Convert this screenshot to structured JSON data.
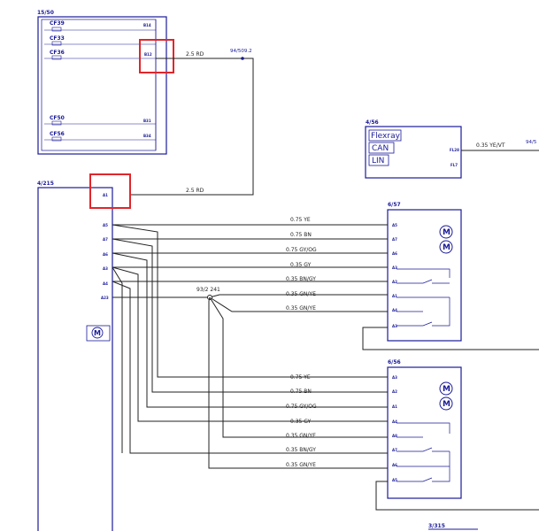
{
  "colors": {
    "component": "#1a1a99",
    "wire": "#222222",
    "highlight": "#e0262b",
    "background": "#ffffff"
  },
  "fuse_box": {
    "id": "15/50",
    "fuses": [
      "CF39",
      "CF33",
      "CF36",
      "CF50",
      "CF56"
    ],
    "pins": [
      "B14",
      "B12",
      "B31",
      "B34"
    ]
  },
  "wire_top": {
    "label": "2.5 RD",
    "ref": "94/509.2"
  },
  "flexray_module": {
    "id": "4/56",
    "buses": [
      "Flexray",
      "CAN",
      "LIN"
    ],
    "pin_top": "FL28",
    "pin_bottom": "FL7",
    "wire_label": "0.35 YE/VT",
    "ref": "94/5"
  },
  "main_module": {
    "id": "4/215",
    "pins": [
      "A1",
      "A5",
      "A7",
      "A6",
      "A3",
      "A4",
      "A23"
    ],
    "motor_label": "M"
  },
  "wire_mid": {
    "label": "2.5 RD"
  },
  "splice": {
    "ref": "93/2 241"
  },
  "motor_upper": {
    "id": "6/57",
    "pins": [
      "A5",
      "A7",
      "A6",
      "A3",
      "A2",
      "A1",
      "A4",
      "A3"
    ],
    "wires": [
      "0.75 YE",
      "0.75 BN",
      "0.75 GY/OG",
      "0.35 GY",
      "0.35 BN/GY",
      "0.35 GN/YE",
      "0.35 GN/YE"
    ]
  },
  "motor_lower": {
    "id": "6/56",
    "pins": [
      "A3",
      "A2",
      "A1",
      "A4",
      "A8",
      "A7",
      "A6",
      "A5"
    ],
    "wires": [
      "0.75 YE",
      "0.75 BN",
      "0.75 GY/OG",
      "0.35 GY",
      "0.35 GN/YE",
      "0.35 BN/GY",
      "0.35 GN/YE"
    ]
  },
  "bottom_ref": {
    "id": "3/315"
  }
}
